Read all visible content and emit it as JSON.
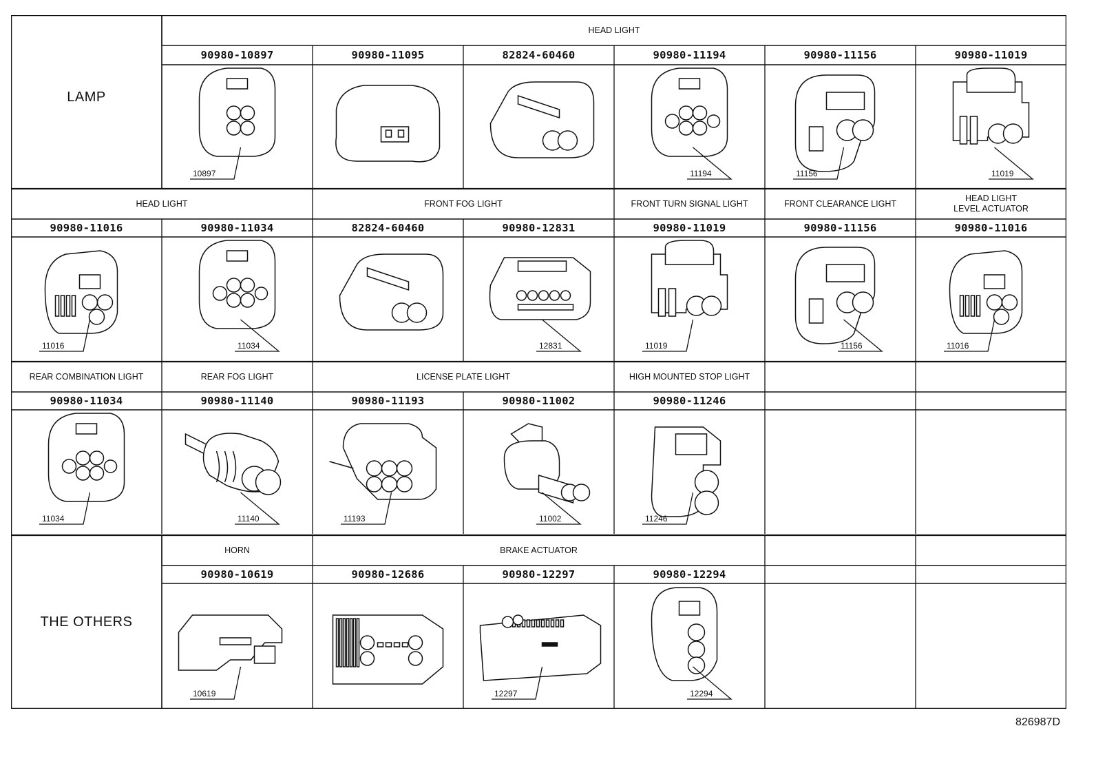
{
  "figure_id": "826987D",
  "lamp_label": "LAMP",
  "others_label": "THE OTHERS",
  "rows": [
    {
      "groups": [
        {
          "title": "HEAD LIGHT",
          "span": 6
        }
      ],
      "connectors": [
        {
          "part": "90980-10897",
          "callout": "10897",
          "icon": "connector-4pin-housing"
        },
        {
          "part": "90980-11095",
          "callout": "",
          "icon": "connector-2pin-flat"
        },
        {
          "part": "82824-60460",
          "callout": "",
          "icon": "connector-2pin-angled"
        },
        {
          "part": "90980-11194",
          "callout": "11194",
          "icon": "connector-6pin"
        },
        {
          "part": "90980-11156",
          "callout": "11156",
          "icon": "connector-2pin-round"
        },
        {
          "part": "90980-11019",
          "callout": "11019",
          "icon": "connector-2pin-latch"
        }
      ]
    },
    {
      "groups": [
        {
          "title": "HEAD LIGHT",
          "span": 2
        },
        {
          "title": "FRONT FOG LIGHT",
          "span": 2
        },
        {
          "title": "FRONT TURN SIGNAL LIGHT",
          "span": 1
        },
        {
          "title": "FRONT CLEARANCE LIGHT",
          "span": 1
        },
        {
          "title": "HEAD LIGHT\nLEVEL ACTUATOR",
          "span": 1
        }
      ],
      "connectors": [
        {
          "part": "90980-11016",
          "callout": "11016",
          "icon": "connector-3pin"
        },
        {
          "part": "90980-11034",
          "callout": "11034",
          "icon": "connector-6pin-round"
        },
        {
          "part": "82824-60460",
          "callout": "",
          "icon": "connector-2pin-angled"
        },
        {
          "part": "90980-12831",
          "callout": "12831",
          "icon": "connector-multipin-flat"
        },
        {
          "part": "90980-11019",
          "callout": "11019",
          "icon": "connector-2pin-latch"
        },
        {
          "part": "90980-11156",
          "callout": "11156",
          "icon": "connector-2pin-round"
        },
        {
          "part": "90980-11016",
          "callout": "11016",
          "icon": "connector-3pin"
        }
      ]
    },
    {
      "groups": [
        {
          "title": "REAR COMBINATION LIGHT",
          "span": 1
        },
        {
          "title": "REAR FOG LIGHT",
          "span": 1
        },
        {
          "title": "LICENSE PLATE LIGHT",
          "span": 2
        },
        {
          "title": "HIGH MOUNTED STOP LIGHT",
          "span": 1
        },
        {
          "title": "",
          "span": 1
        },
        {
          "title": "",
          "span": 1
        }
      ],
      "connectors": [
        {
          "part": "90980-11034",
          "callout": "11034",
          "icon": "connector-6pin-round"
        },
        {
          "part": "90980-11140",
          "callout": "11140",
          "icon": "connector-2pin-waterproof"
        },
        {
          "part": "90980-11193",
          "callout": "11193",
          "icon": "connector-6pin-sealed"
        },
        {
          "part": "90980-11002",
          "callout": "11002",
          "icon": "connector-2pin-inline"
        },
        {
          "part": "90980-11246",
          "callout": "11246",
          "icon": "connector-2pin-vertical"
        },
        {
          "part": "",
          "callout": "",
          "icon": ""
        },
        {
          "part": "",
          "callout": "",
          "icon": ""
        }
      ]
    },
    {
      "groups": [
        {
          "title": "HORN",
          "span": 1
        },
        {
          "title": "BRAKE ACTUATOR",
          "span": 3
        },
        {
          "title": "",
          "span": 1
        },
        {
          "title": "",
          "span": 1
        }
      ],
      "connectors": [
        {
          "part": "90980-10619",
          "callout": "10619",
          "icon": "connector-1pin-flat"
        },
        {
          "part": "90980-12686",
          "callout": "",
          "icon": "connector-multipin-block"
        },
        {
          "part": "90980-12297",
          "callout": "12297",
          "icon": "connector-multipin-long"
        },
        {
          "part": "90980-12294",
          "callout": "12294",
          "icon": "connector-3pin-vertical"
        },
        {
          "part": "",
          "callout": "",
          "icon": ""
        },
        {
          "part": "",
          "callout": "",
          "icon": ""
        }
      ]
    }
  ]
}
